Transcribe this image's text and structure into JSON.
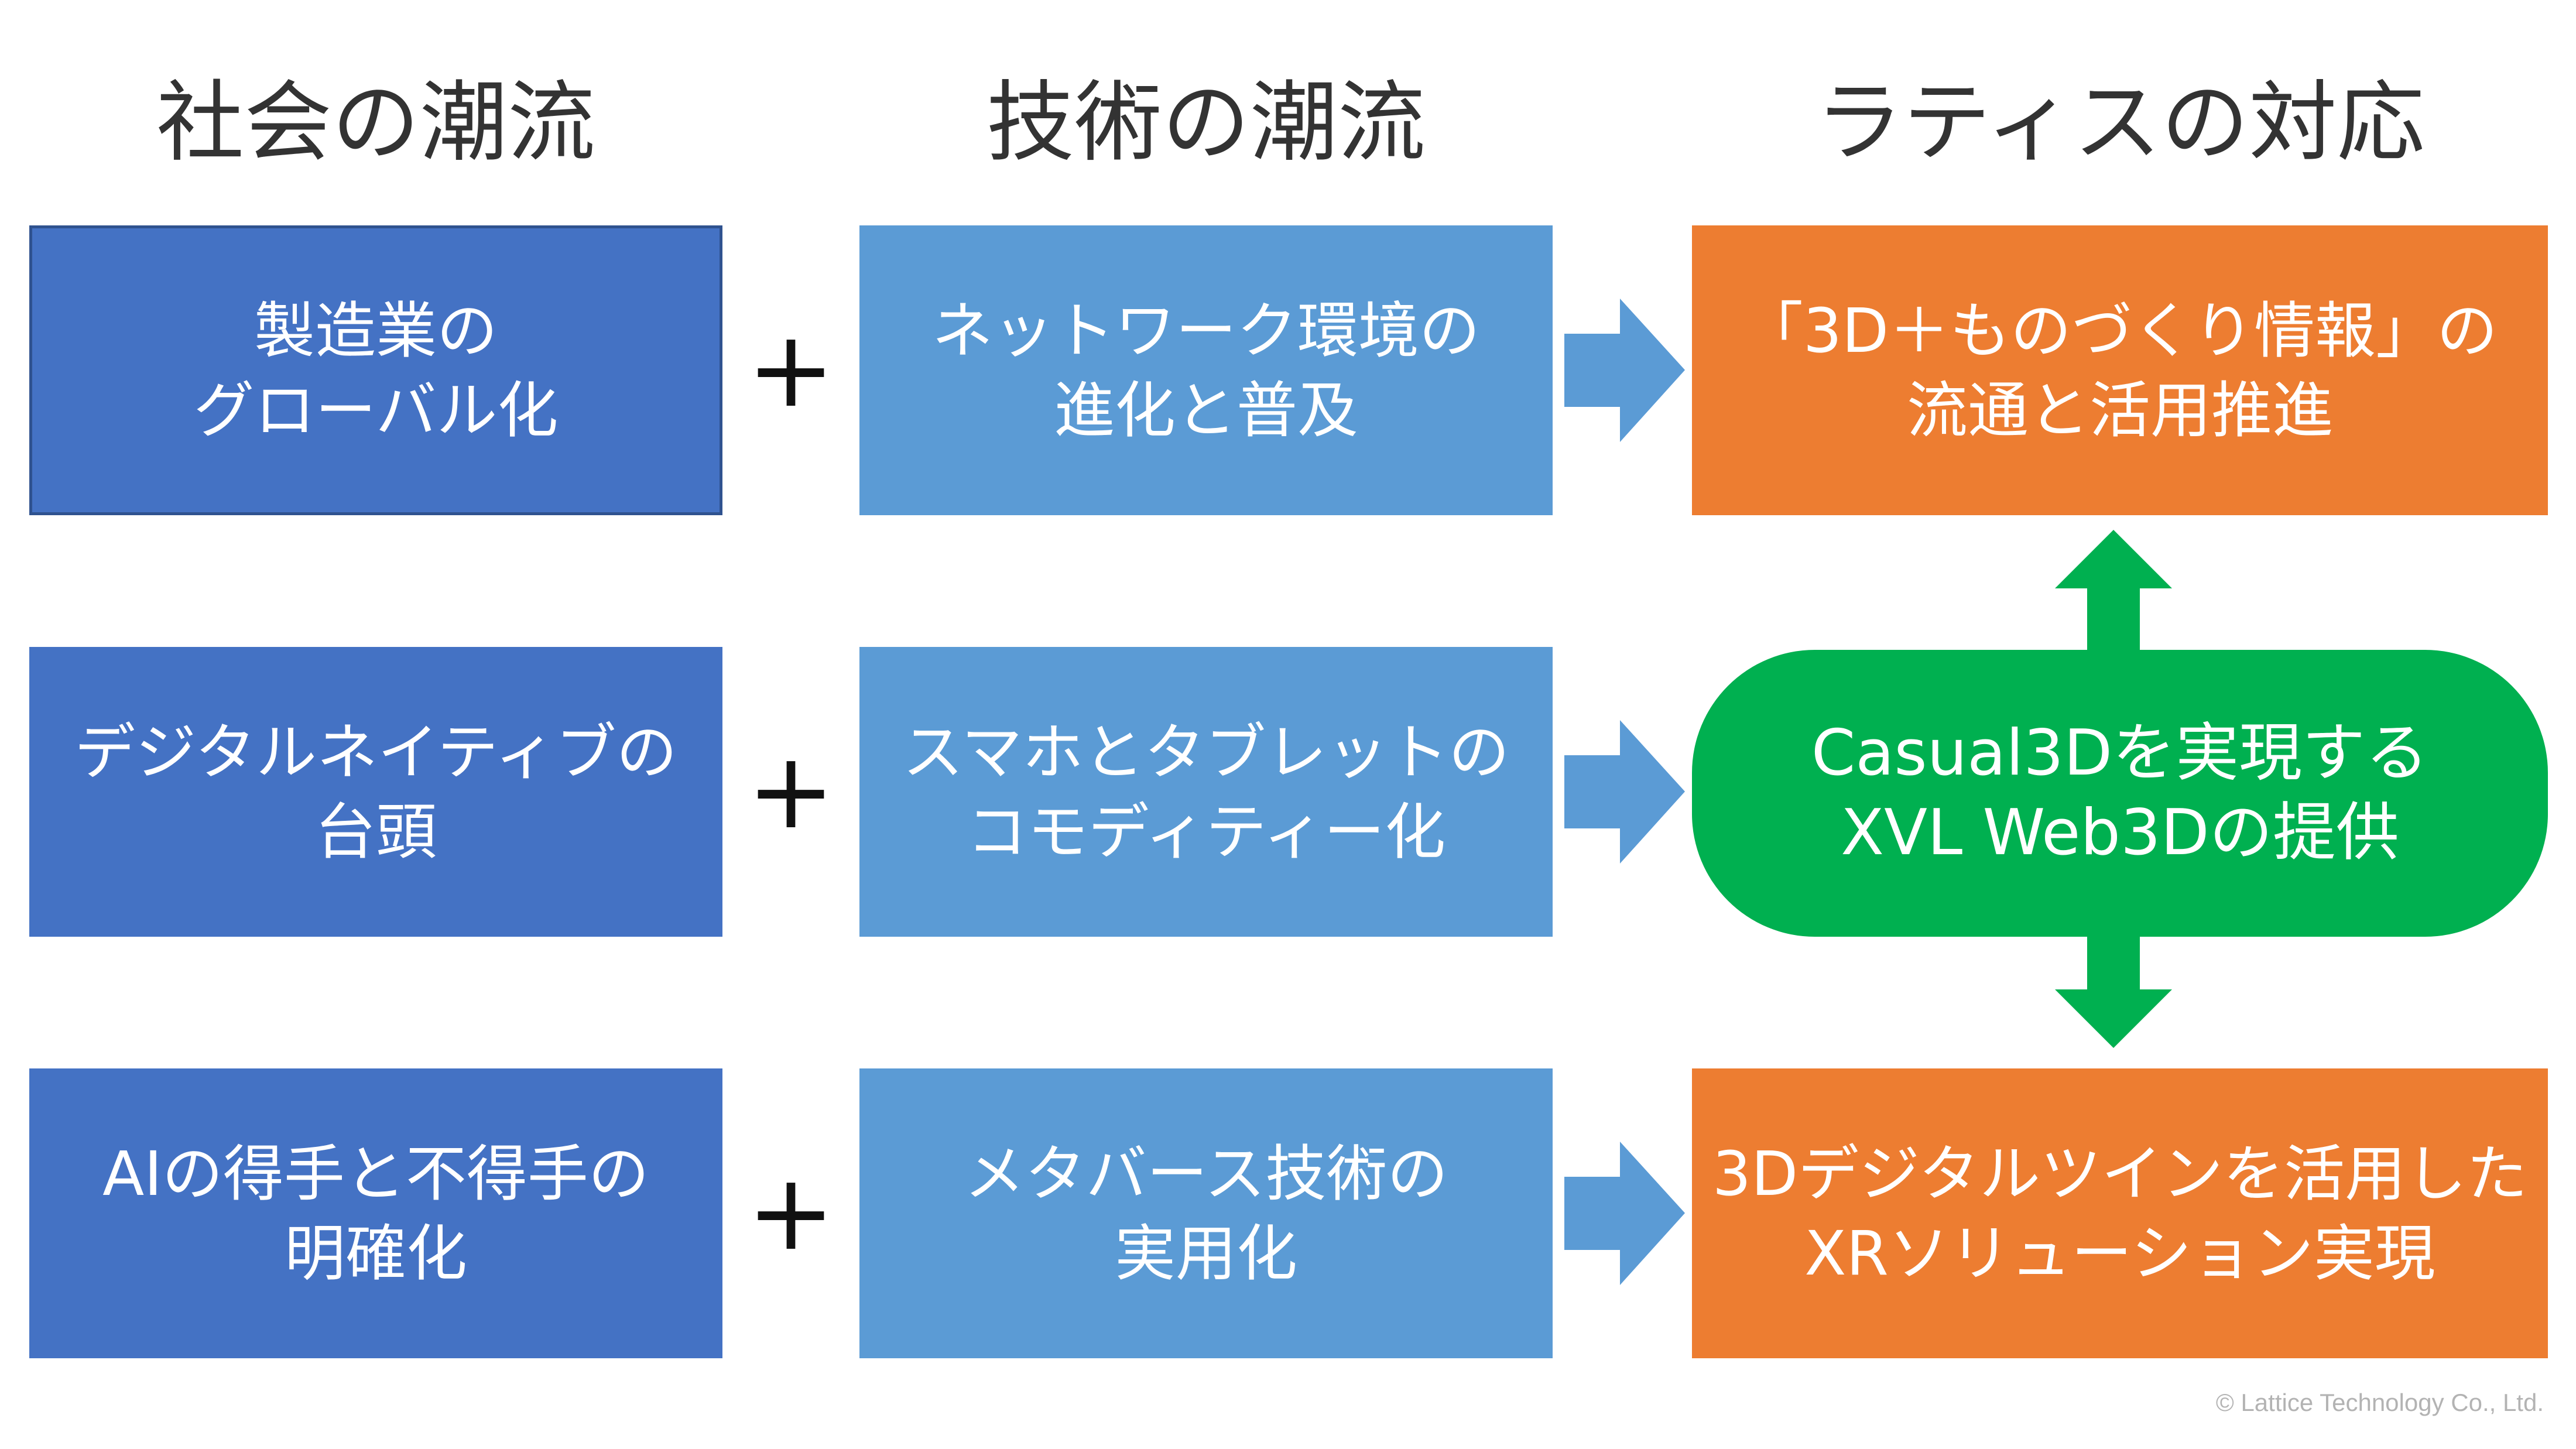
{
  "headings": {
    "col1": "社会の潮流",
    "col2": "技術の潮流",
    "col3": "ラティスの対応"
  },
  "rows": [
    {
      "social": [
        "製造業の",
        "グローバル化"
      ],
      "tech": [
        "ネットワーク環境の",
        "進化と普及"
      ],
      "response": [
        "「3D＋ものづくり情報」の",
        "流通と活用推進"
      ]
    },
    {
      "social": [
        "デジタルネイティブの",
        "台頭"
      ],
      "tech": [
        "スマホとタブレットの",
        "コモディティー化"
      ],
      "response": [
        "Casual3Dを実現する",
        "XVL Web3Dの提供"
      ]
    },
    {
      "social": [
        "AIの得手と不得手の",
        "明確化"
      ],
      "tech": [
        "メタバース技術の",
        "実用化"
      ],
      "response": [
        "3Dデジタルツインを活用した",
        "XRソリューション実現"
      ]
    }
  ],
  "plus_symbol": "+",
  "copyright": "© Lattice Technology Co., Ltd.",
  "colors": {
    "social_box": "#4472C4",
    "tech_box": "#5B9BD5",
    "response_box": "#ED7D31",
    "core_box": "#00B050",
    "arrow_blue": "#5B9BD5",
    "arrow_green": "#00B050"
  },
  "icons": {
    "right_arrow": "right-arrow-icon",
    "double_vertical_arrow": "double-arrow-icon"
  }
}
